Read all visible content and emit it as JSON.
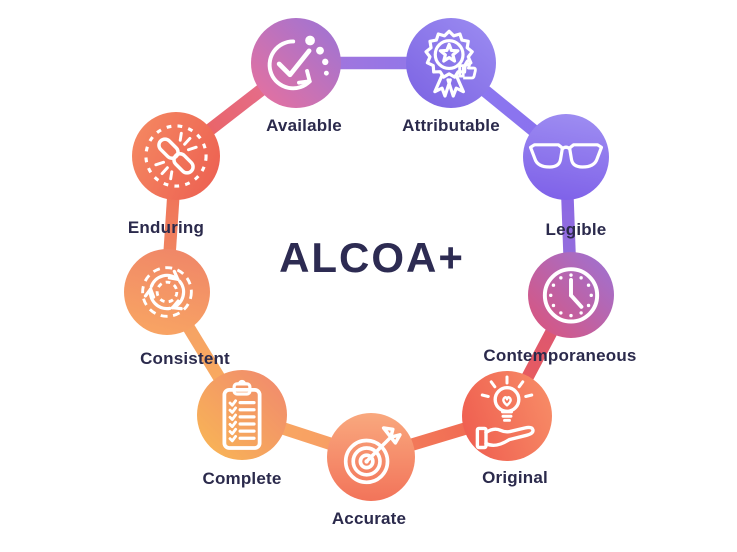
{
  "title": {
    "text": "ALCOA+",
    "color": "#2d2b52"
  },
  "label_color": "#2b2a4c",
  "items": [
    {
      "label": "Available",
      "icon": "available-icon",
      "gradient": {
        "angle": "45deg",
        "from": "#ea709b",
        "to": "#9a74d8"
      }
    },
    {
      "label": "Attributable",
      "icon": "attributable-icon",
      "gradient": {
        "angle": "40deg",
        "from": "#7b62e2",
        "to": "#9c8df2"
      }
    },
    {
      "label": "Legible",
      "icon": "legible-icon",
      "gradient": {
        "angle": "10deg",
        "from": "#7d5fe8",
        "to": "#9f8ff2"
      }
    },
    {
      "label": "Contemporaneous",
      "icon": "contemporaneous-icon",
      "gradient": {
        "angle": "45deg",
        "from": "#dd5379",
        "to": "#9b73d7"
      }
    },
    {
      "label": "Original",
      "icon": "original-icon",
      "gradient": {
        "angle": "70deg",
        "from": "#ee5a4e",
        "to": "#f88f68"
      }
    },
    {
      "label": "Accurate",
      "icon": "accurate-icon",
      "gradient": {
        "angle": "0deg",
        "from": "#f2745a",
        "to": "#f9a87e"
      }
    },
    {
      "label": "Complete",
      "icon": "complete-icon",
      "gradient": {
        "angle": "45deg",
        "from": "#f9b854",
        "to": "#f0876f"
      }
    },
    {
      "label": "Consistent",
      "icon": "consistent-icon",
      "gradient": {
        "angle": "15deg",
        "from": "#f9a763",
        "to": "#ef8468"
      }
    },
    {
      "label": "Enduring",
      "icon": "enduring-icon",
      "gradient": {
        "angle": "115deg",
        "from": "#f58a62",
        "to": "#ec5e51"
      }
    }
  ],
  "connectors": [
    {
      "between": [
        "Available",
        "Attributable"
      ],
      "from": "#a874d8",
      "to": "#8b78ee"
    },
    {
      "between": [
        "Attributable",
        "Legible"
      ],
      "from": "#8c79f0",
      "to": "#8a70ee"
    },
    {
      "between": [
        "Legible",
        "Contemporaneous"
      ],
      "from": "#8565ea",
      "to": "#9a70d6"
    },
    {
      "between": [
        "Contemporaneous",
        "Original"
      ],
      "from": "#d6557f",
      "to": "#ee5e50"
    },
    {
      "between": [
        "Original",
        "Accurate"
      ],
      "from": "#ef634f",
      "to": "#f4825e"
    },
    {
      "between": [
        "Accurate",
        "Complete"
      ],
      "from": "#f79866",
      "to": "#f8ac60"
    },
    {
      "between": [
        "Complete",
        "Consistent"
      ],
      "from": "#f9ae5c",
      "to": "#f59e68"
    },
    {
      "between": [
        "Consistent",
        "Enduring"
      ],
      "from": "#f28f64",
      "to": "#ee6a55"
    },
    {
      "between": [
        "Enduring",
        "Available"
      ],
      "from": "#ec6055",
      "to": "#e2719d"
    }
  ]
}
